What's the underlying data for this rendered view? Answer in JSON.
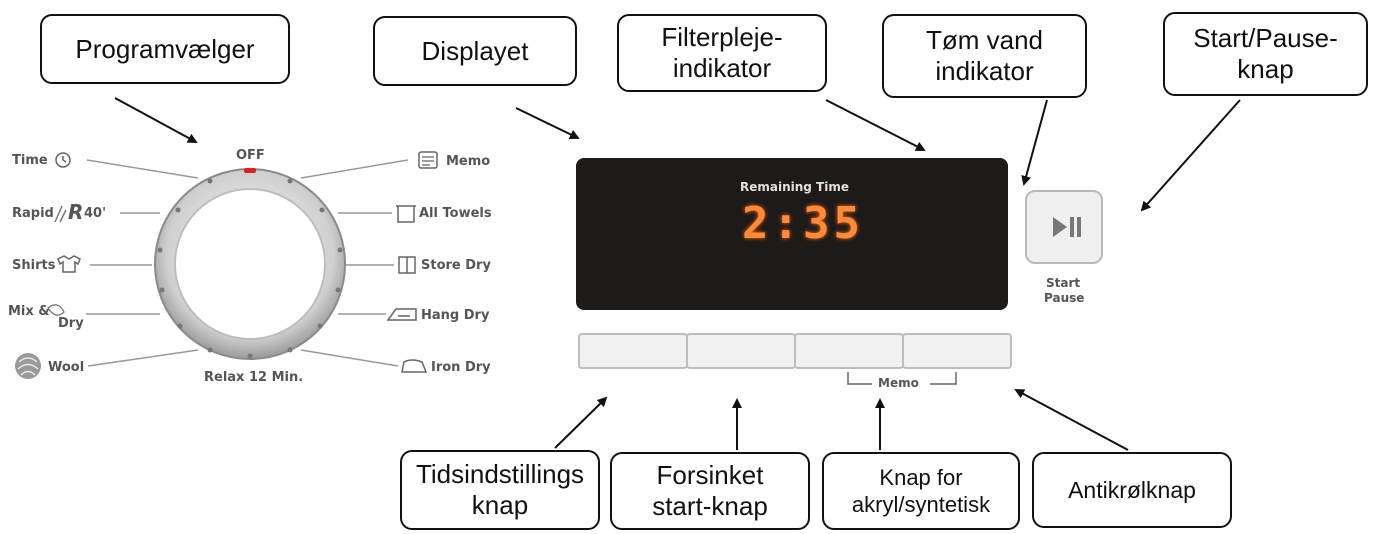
{
  "callouts": {
    "programvaelger": "Programvælger",
    "displayet": "Displayet",
    "filterpleje_line1": "Filterpleje-",
    "filterpleje_line2": "indikator",
    "tomvand_line1": "Tøm vand",
    "tomvand_line2": "indikator",
    "startpause_line1": "Start/Pause-",
    "startpause_line2": "knap",
    "tids_line1": "Tidsindstillings",
    "tids_line2": "knap",
    "forsinket_line1": "Forsinket",
    "forsinket_line2": "start-knap",
    "akryl_line1": "Knap for",
    "akryl_line2": "akryl/syntetisk",
    "antikrol": "Antikrølknap"
  },
  "dial": {
    "off": "OFF",
    "relax": "Relax 12 Min.",
    "left": [
      "Time",
      "Rapid",
      "40'",
      "Shirts",
      "Mix &",
      "Dry",
      "Wool"
    ],
    "right": [
      "Memo",
      "All Towels",
      "Store Dry",
      "Hang Dry",
      "Iron Dry"
    ]
  },
  "display": {
    "remaining": "Remaining Time",
    "digits": "2:35"
  },
  "buttons": {
    "start": "Start",
    "pause": "Pause",
    "memo": "Memo"
  },
  "colors": {
    "panel": "#1d1a1a",
    "led": "#ff8a3a"
  }
}
